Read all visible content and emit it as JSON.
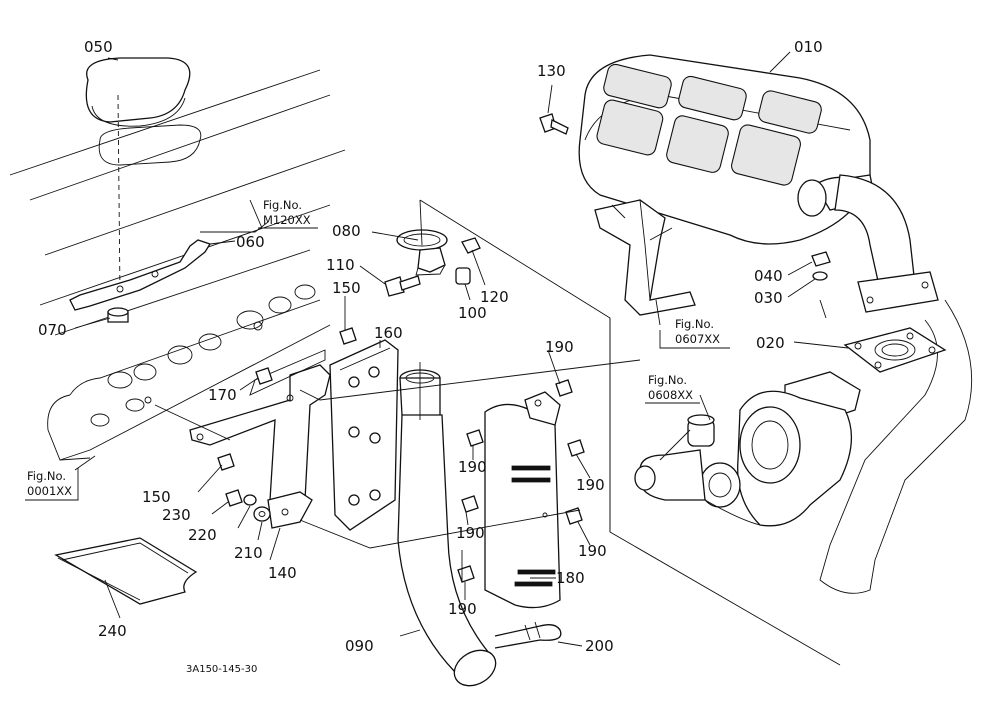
{
  "drawing_code": "3A150-145-30",
  "parts": [
    {
      "id": "p010",
      "label": "010"
    },
    {
      "id": "p020",
      "label": "020"
    },
    {
      "id": "p030",
      "label": "030"
    },
    {
      "id": "p040",
      "label": "040"
    },
    {
      "id": "p050",
      "label": "050"
    },
    {
      "id": "p060",
      "label": "060"
    },
    {
      "id": "p070",
      "label": "070"
    },
    {
      "id": "p080",
      "label": "080"
    },
    {
      "id": "p090",
      "label": "090"
    },
    {
      "id": "p100",
      "label": "100"
    },
    {
      "id": "p110",
      "label": "110"
    },
    {
      "id": "p120",
      "label": "120"
    },
    {
      "id": "p130",
      "label": "130"
    },
    {
      "id": "p140",
      "label": "140"
    },
    {
      "id": "p150a",
      "label": "150"
    },
    {
      "id": "p150b",
      "label": "150"
    },
    {
      "id": "p160",
      "label": "160"
    },
    {
      "id": "p170",
      "label": "170"
    },
    {
      "id": "p180",
      "label": "180"
    },
    {
      "id": "p190a",
      "label": "190"
    },
    {
      "id": "p190b",
      "label": "190"
    },
    {
      "id": "p190c",
      "label": "190"
    },
    {
      "id": "p190d",
      "label": "190"
    },
    {
      "id": "p190e",
      "label": "190"
    },
    {
      "id": "p190f",
      "label": "190"
    },
    {
      "id": "p200",
      "label": "200"
    },
    {
      "id": "p210",
      "label": "210"
    },
    {
      "id": "p220",
      "label": "220"
    },
    {
      "id": "p230",
      "label": "230"
    },
    {
      "id": "p240",
      "label": "240"
    }
  ],
  "fig_refs": [
    {
      "id": "m120",
      "line1": "Fig.No.",
      "line2": "M120XX"
    },
    {
      "id": "f0607",
      "line1": "Fig.No.",
      "line2": "0607XX"
    },
    {
      "id": "f0608",
      "line1": "Fig.No.",
      "line2": "0608XX"
    },
    {
      "id": "f0001",
      "line1": "Fig.No.",
      "line2": "0001XX"
    }
  ]
}
